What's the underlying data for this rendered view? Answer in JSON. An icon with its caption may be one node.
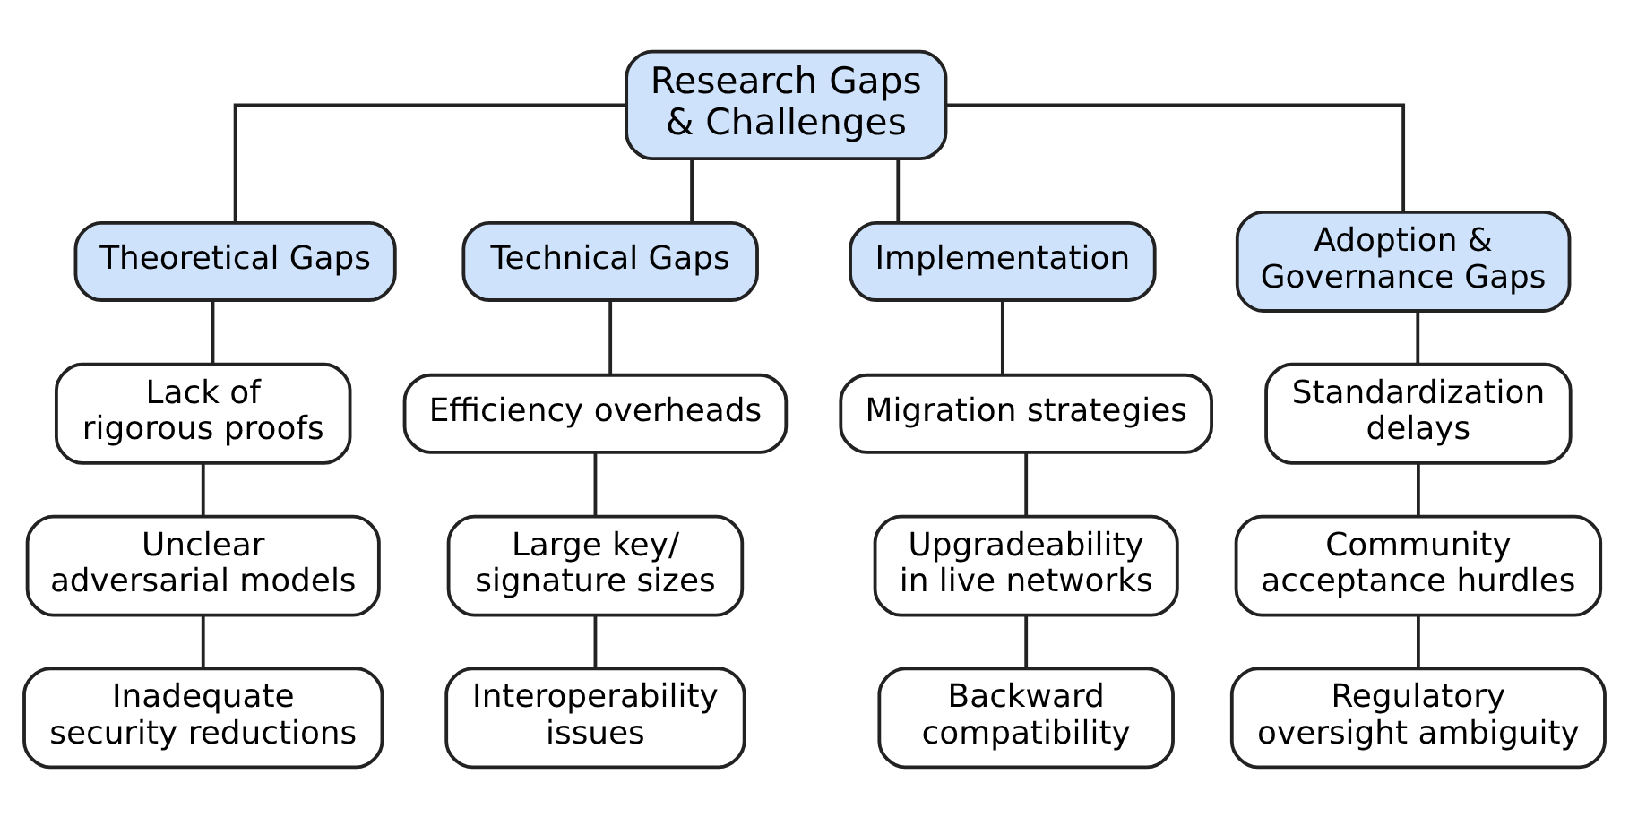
{
  "diagram": {
    "nodes": [
      {
        "text": [
          "Research Gaps & Challenges"
        ]
      },
      {
        "text": [
          "Theoretical Gaps"
        ]
      },
      {
        "text": [
          "Technical Gaps"
        ]
      },
      {
        "text": [
          "Implementation"
        ]
      },
      {
        "text": [
          "Adoption & Governance Gaps"
        ]
      },
      {
        "text": [
          "Lack of rigorous proofs"
        ]
      },
      {
        "text": [
          "Unclear adversarial models"
        ]
      },
      {
        "text": [
          "Inadequate security reductions"
        ]
      },
      {
        "text": [
          "Efficiency overheads"
        ]
      },
      {
        "text": [
          "Large key/ signature sizes"
        ]
      },
      {
        "text": [
          "Interoperability issues"
        ]
      },
      {
        "text": [
          "Migration strategies"
        ]
      },
      {
        "text": [
          "Upgradeability in live networks"
        ]
      },
      {
        "text": [
          "Backward compatibility"
        ]
      },
      {
        "text": [
          "Standardization delays"
        ]
      },
      {
        "text": [
          "Community acceptance hurdles"
        ]
      },
      {
        "text": [
          "Regulatory oversight ambiguity"
        ]
      }
    ],
    "edges": [
      {
        "from": 0,
        "to": 1,
        "arrow": "none"
      },
      {
        "from": 0,
        "to": 2,
        "arrow": "none"
      },
      {
        "from": 0,
        "to": 3,
        "arrow": "none"
      },
      {
        "from": 0,
        "to": 4,
        "arrow": "none"
      },
      {
        "from": 1,
        "to": 5,
        "arrow": "none"
      },
      {
        "from": 5,
        "to": 6,
        "arrow": "none"
      },
      {
        "from": 6,
        "to": 7,
        "arrow": "none"
      },
      {
        "from": 2,
        "to": 8,
        "arrow": "none"
      },
      {
        "from": 8,
        "to": 9,
        "arrow": "none"
      },
      {
        "from": 9,
        "to": 10,
        "arrow": "none"
      },
      {
        "from": 3,
        "to": 11,
        "arrow": "none"
      },
      {
        "from": 11,
        "to": 12,
        "arrow": "none"
      },
      {
        "from": 12,
        "to": 13,
        "arrow": "none"
      },
      {
        "from": 4,
        "to": 14,
        "arrow": "none"
      },
      {
        "from": 14,
        "to": 15,
        "arrow": "none"
      },
      {
        "from": 15,
        "to": 16,
        "arrow": "none"
      }
    ]
  }
}
